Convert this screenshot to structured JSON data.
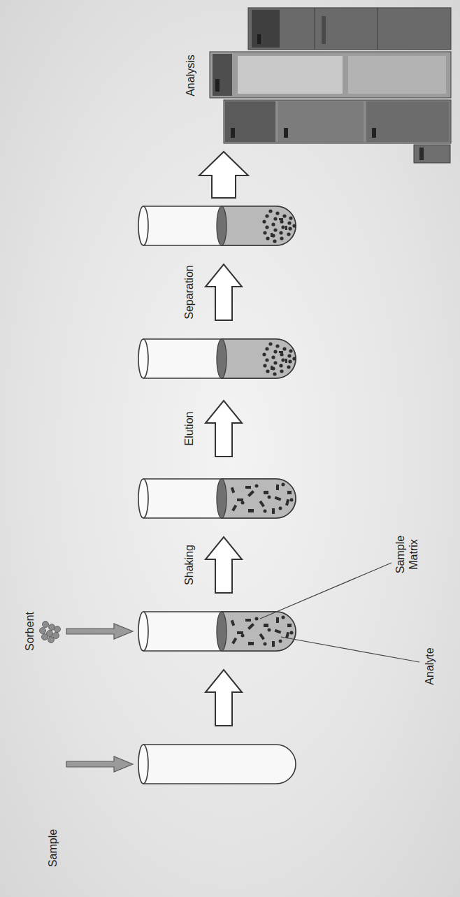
{
  "diagram": {
    "labels": [
      "Sample",
      "Sorbent",
      "Sample Matrix",
      "Analyte",
      "Shaking",
      "Elution",
      "Separation",
      "Analysis"
    ]
  }
}
